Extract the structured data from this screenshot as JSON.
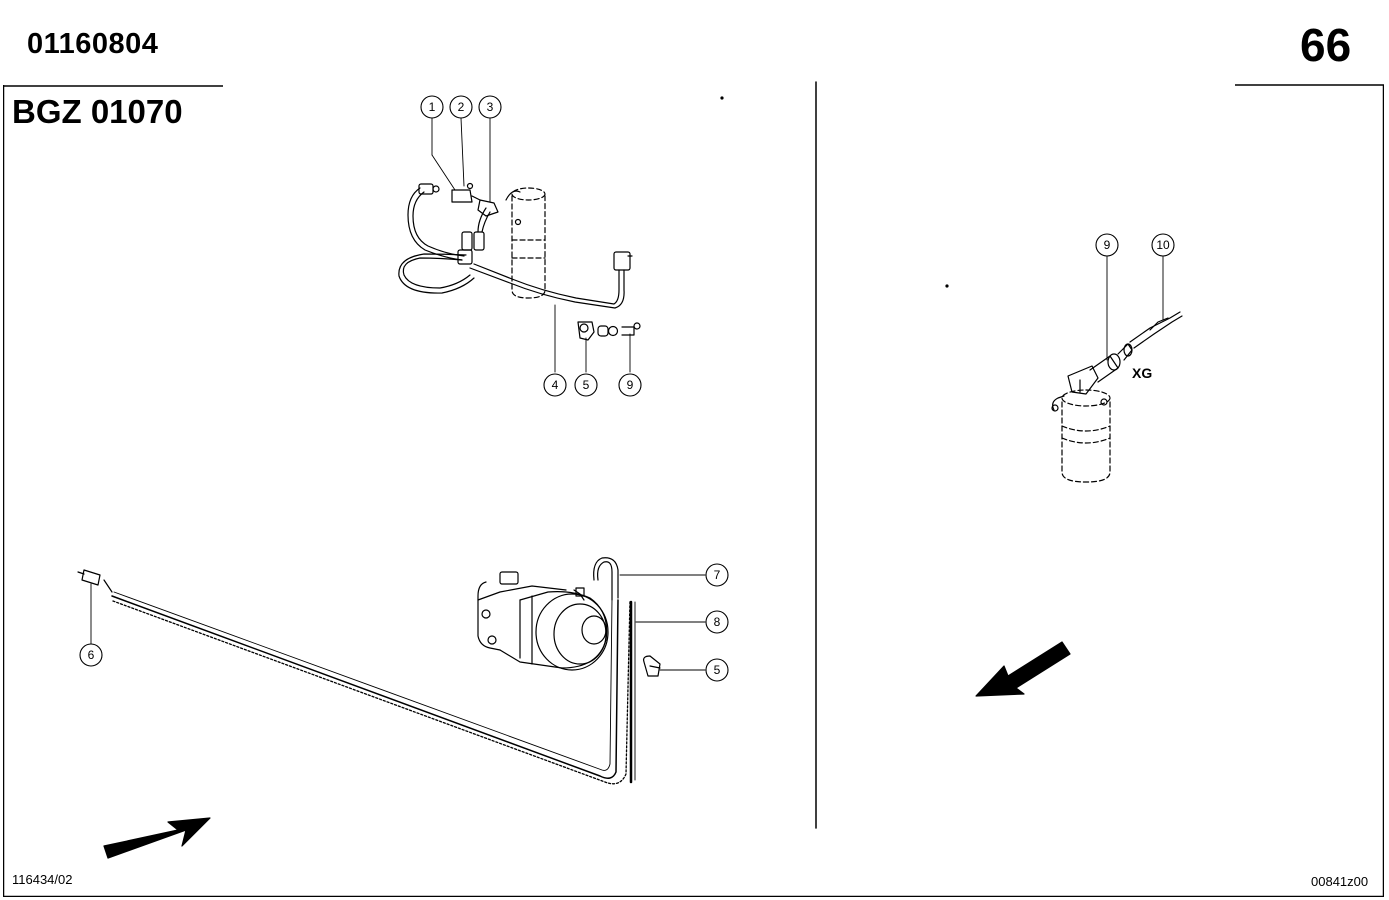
{
  "header": {
    "doc_number": "01160804",
    "group_code": "BGZ 01070",
    "page_number": "66"
  },
  "footer": {
    "drawing_ref": "116434/02",
    "image_ref": "00841z00"
  },
  "callouts": {
    "c1": "1",
    "c2": "2",
    "c3": "3",
    "c4": "4",
    "c5a": "5",
    "c9a": "9",
    "c6": "6",
    "c7": "7",
    "c8": "8",
    "c5b": "5",
    "c9b": "9",
    "c10": "10"
  },
  "labels": {
    "xg": "XG"
  }
}
